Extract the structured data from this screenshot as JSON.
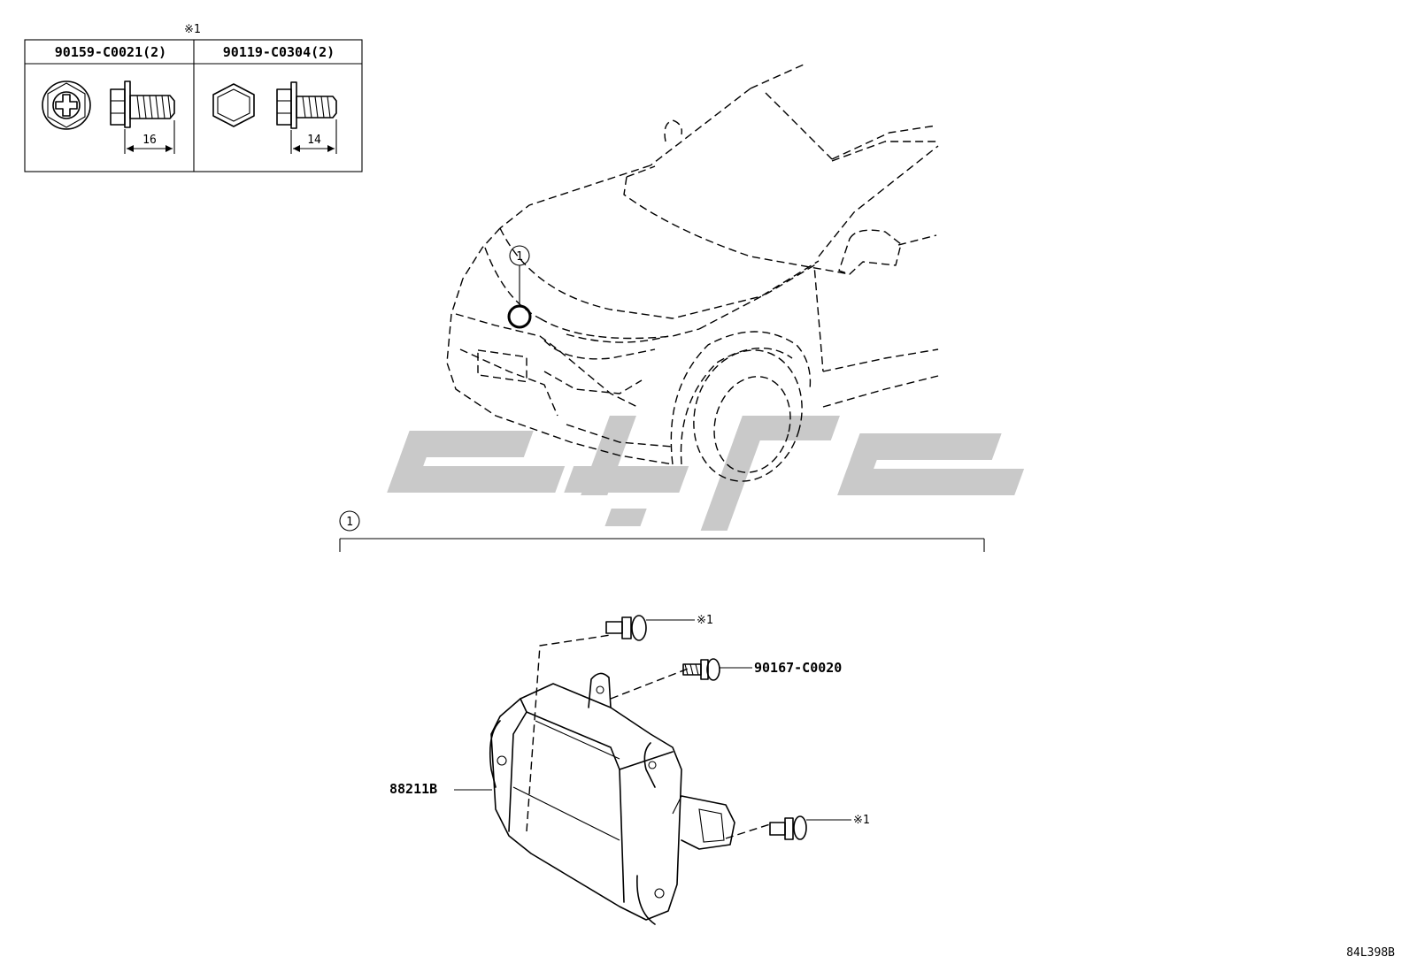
{
  "fastener_table": {
    "reference_mark": "※1",
    "columns": [
      {
        "part_number": "90159-C0021(2)",
        "length": "16",
        "head_icon": "phillips-head-icon"
      },
      {
        "part_number": "90119-C0304(2)",
        "length": "14",
        "head_icon": "hex-head-icon"
      }
    ]
  },
  "callouts": {
    "vehicle_marker": "1",
    "assembly_marker": "1"
  },
  "parts": {
    "bolt_top_mark": "※1",
    "bolt_upper_number": "90167-C0020",
    "sensor_number": "88211B",
    "bolt_right_mark": "※1"
  },
  "diagram_code": "84L398B",
  "colors": {
    "line": "#000000",
    "watermark": "#c9c9c9",
    "background": "#ffffff"
  }
}
